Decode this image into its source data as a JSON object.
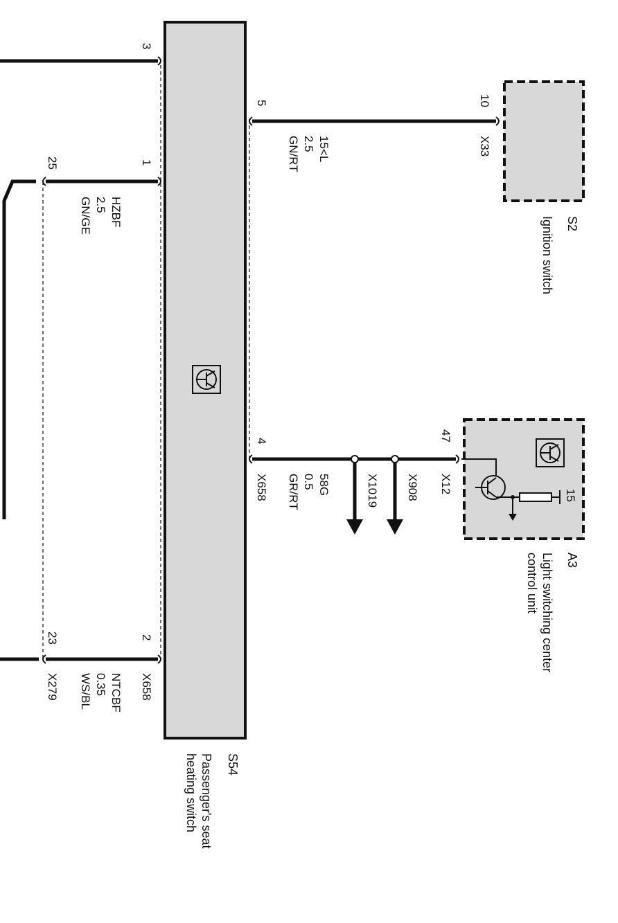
{
  "components": {
    "s54": {
      "id": "S54",
      "name_line1": "Passenger's seat",
      "name_line2": "heating switch"
    },
    "s2": {
      "id": "S2",
      "name": "Ignition switch"
    },
    "a3": {
      "id": "A3",
      "name_line1": "Light switching center",
      "name_line2": "control unit",
      "internal_pin": "15"
    }
  },
  "pins": {
    "s54_3": "3",
    "s54_1": "1",
    "s54_5": "5",
    "s54_4": "4",
    "s54_2": "2",
    "x_25": "25",
    "x_23": "23",
    "s2_10": "10",
    "a3_47": "47"
  },
  "wires": {
    "w15l": {
      "signal": "15<L",
      "gauge": "2.5",
      "color": "GN/RT"
    },
    "whzbf": {
      "signal": "HZBF",
      "gauge": "2.5",
      "color": "GN/GE"
    },
    "w58g": {
      "signal": "58G",
      "gauge": "0.5",
      "color": "GR/RT"
    },
    "wntcbf": {
      "signal": "NTCBF",
      "gauge": "0.35",
      "color": "WS/BL"
    }
  },
  "connectors": {
    "x33": "X33",
    "x658_pin4": "X658",
    "x658_pin2": "X658",
    "x1019": "X1019",
    "x908": "X908",
    "x12": "X12",
    "x279": "X279"
  },
  "colors": {
    "line": "#111111",
    "box_fill": "#d8d8d8",
    "background": "#ffffff"
  }
}
